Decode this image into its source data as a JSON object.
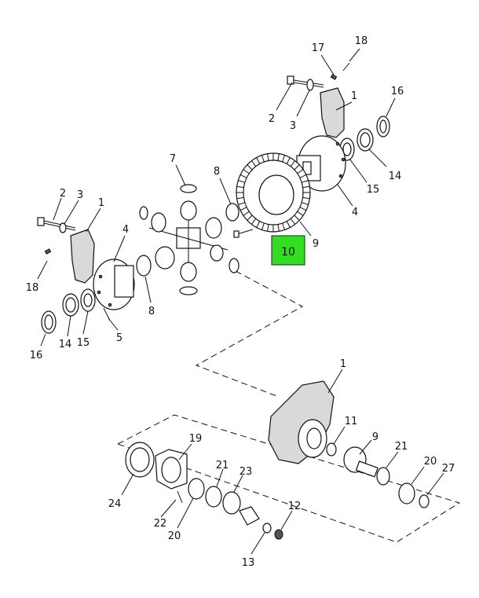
{
  "diagram": {
    "highlight": {
      "label": "10",
      "color": "#33dd22"
    },
    "callouts": [
      {
        "id": "c-upper-17",
        "label": "17"
      },
      {
        "id": "c-upper-18",
        "label": "18"
      },
      {
        "id": "c-upper-1",
        "label": "1"
      },
      {
        "id": "c-upper-16",
        "label": "16"
      },
      {
        "id": "c-upper-2",
        "label": "2"
      },
      {
        "id": "c-upper-3",
        "label": "3"
      },
      {
        "id": "c-upper-14",
        "label": "14"
      },
      {
        "id": "c-upper-15",
        "label": "15"
      },
      {
        "id": "c-upper-4",
        "label": "4"
      },
      {
        "id": "c-upper-7",
        "label": "7"
      },
      {
        "id": "c-upper-8",
        "label": "8"
      },
      {
        "id": "c-upper-9",
        "label": "9"
      },
      {
        "id": "c-left-2",
        "label": "2"
      },
      {
        "id": "c-left-3",
        "label": "3"
      },
      {
        "id": "c-left-1",
        "label": "1"
      },
      {
        "id": "c-left-4",
        "label": "4"
      },
      {
        "id": "c-left-18",
        "label": "18"
      },
      {
        "id": "c-left-8",
        "label": "8"
      },
      {
        "id": "c-left-5",
        "label": "5"
      },
      {
        "id": "c-left-16",
        "label": "16"
      },
      {
        "id": "c-left-14",
        "label": "14"
      },
      {
        "id": "c-left-15",
        "label": "15"
      },
      {
        "id": "c-lower-1",
        "label": "1"
      },
      {
        "id": "c-lower-11",
        "label": "11"
      },
      {
        "id": "c-lower-9",
        "label": "9"
      },
      {
        "id": "c-lower-21a",
        "label": "21"
      },
      {
        "id": "c-lower-20a",
        "label": "20"
      },
      {
        "id": "c-lower-27",
        "label": "27"
      },
      {
        "id": "c-lower-19",
        "label": "19"
      },
      {
        "id": "c-lower-24",
        "label": "24"
      },
      {
        "id": "c-lower-21b",
        "label": "21"
      },
      {
        "id": "c-lower-23",
        "label": "23"
      },
      {
        "id": "c-lower-12",
        "label": "12"
      },
      {
        "id": "c-lower-22",
        "label": "22"
      },
      {
        "id": "c-lower-20b",
        "label": "20"
      },
      {
        "id": "c-lower-13",
        "label": "13"
      }
    ]
  }
}
